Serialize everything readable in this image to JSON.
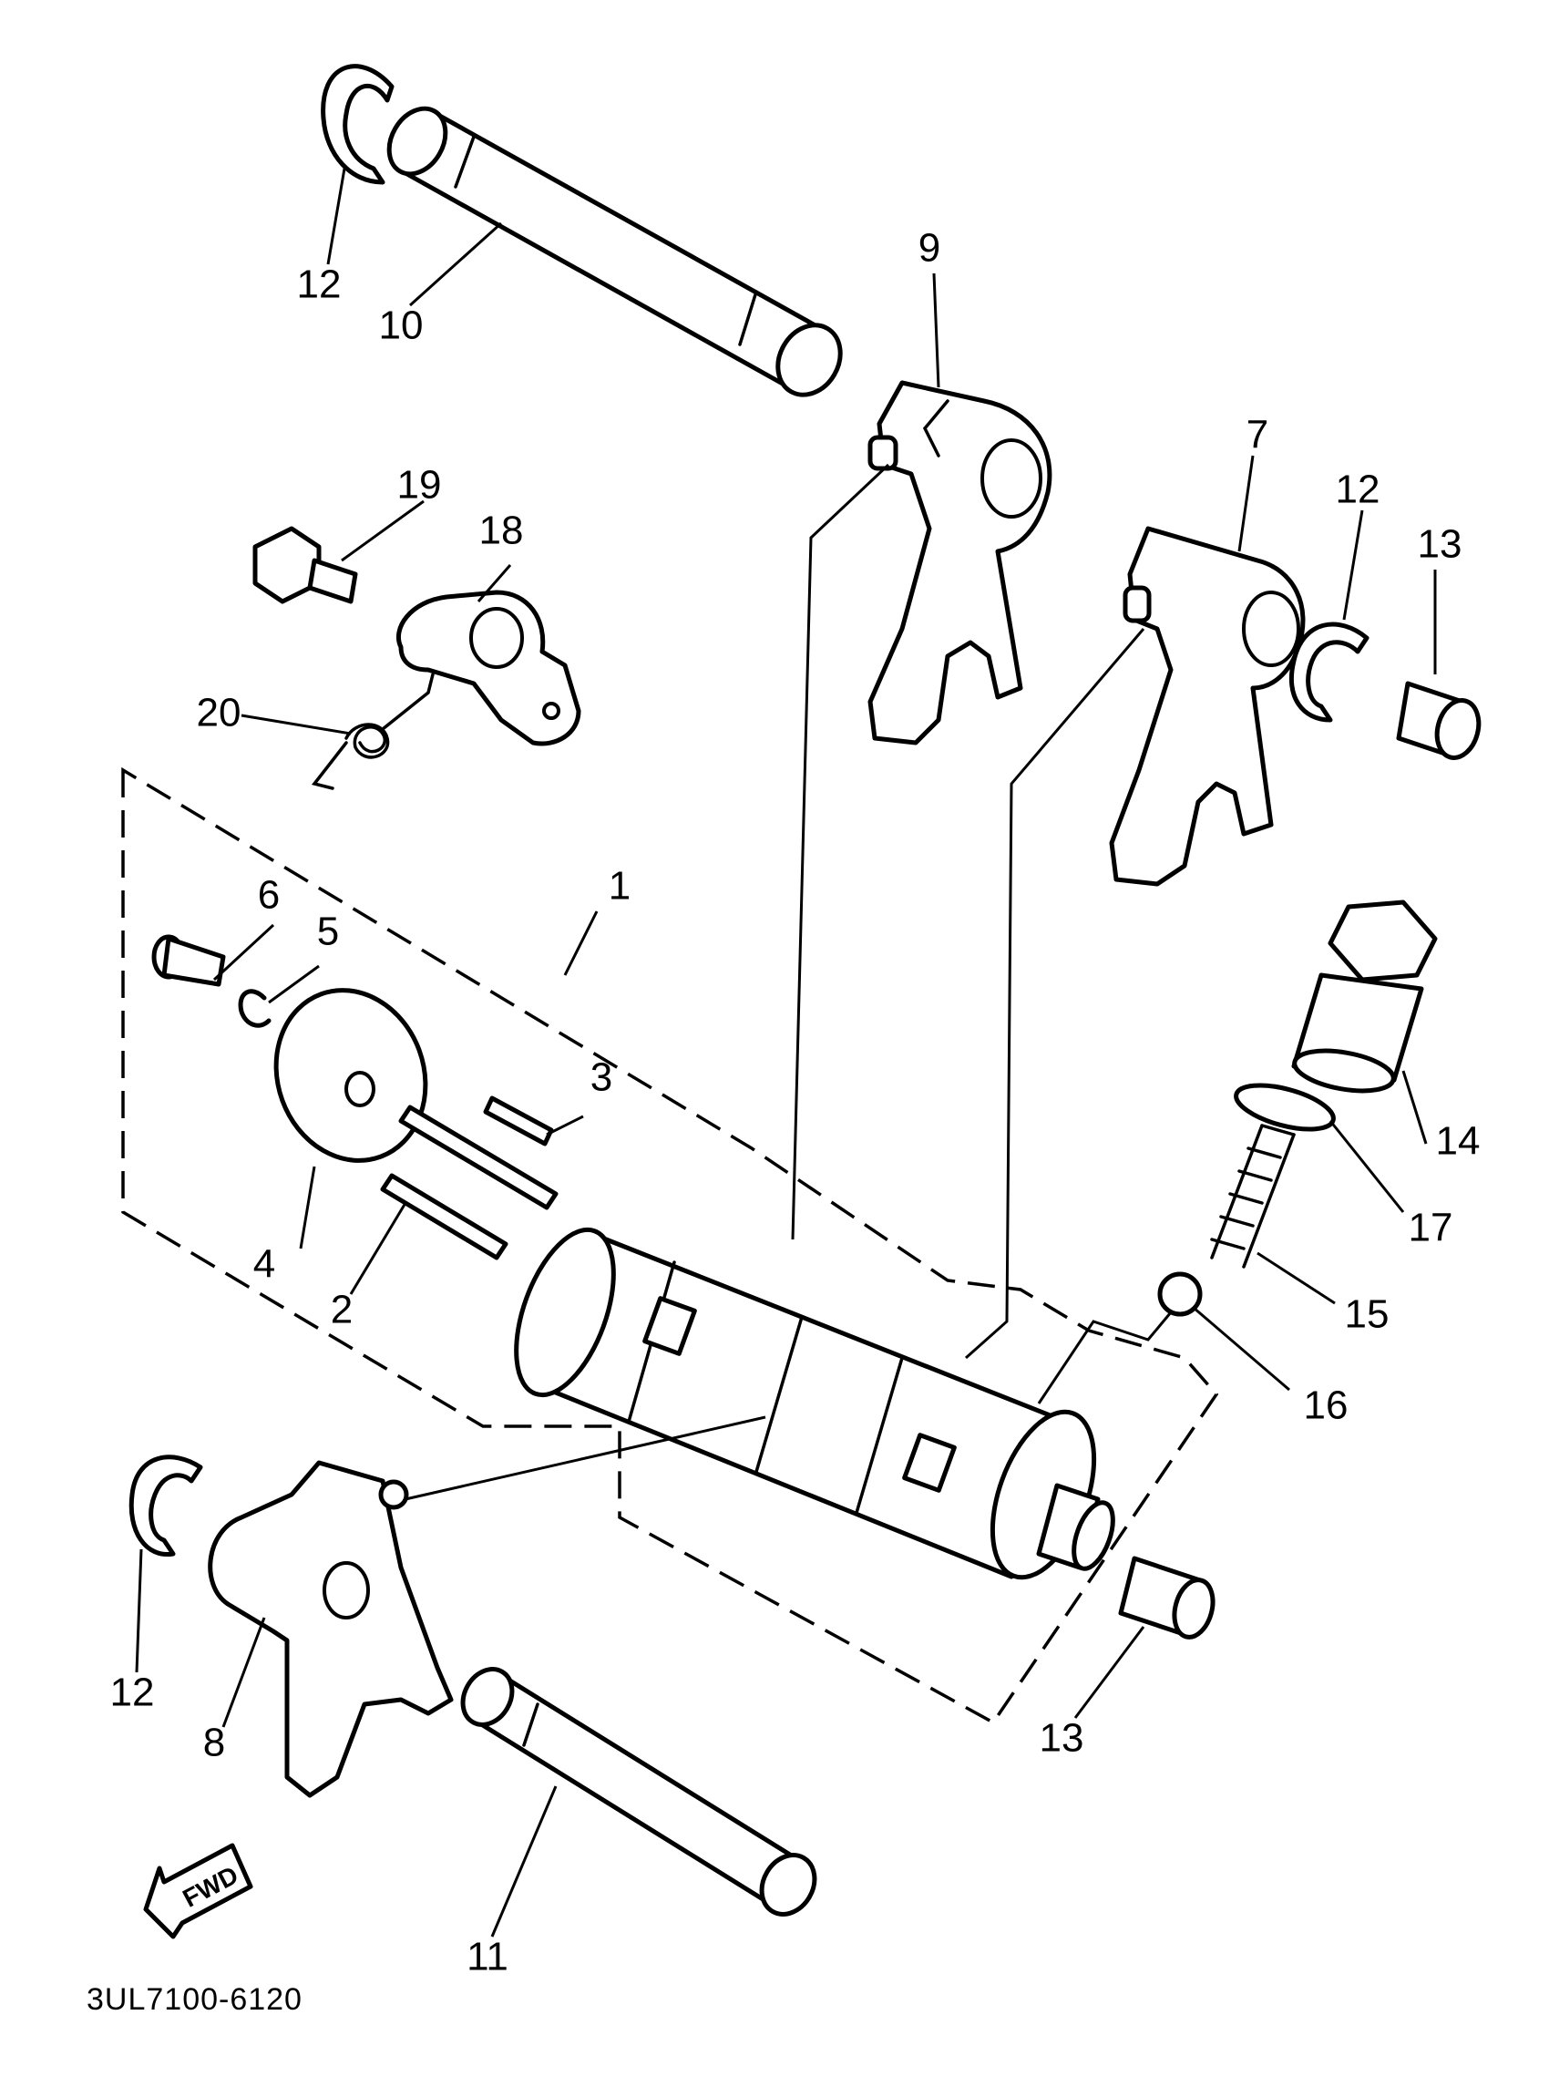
{
  "diagram": {
    "callouts": [
      "1",
      "2",
      "3",
      "4",
      "5",
      "6",
      "7",
      "8",
      "9",
      "10",
      "11",
      "12",
      "12",
      "12",
      "13",
      "13",
      "14",
      "15",
      "16",
      "17",
      "18",
      "19",
      "20"
    ],
    "direction_label": "FWD",
    "drawing_code": "3UL7100-6120"
  }
}
